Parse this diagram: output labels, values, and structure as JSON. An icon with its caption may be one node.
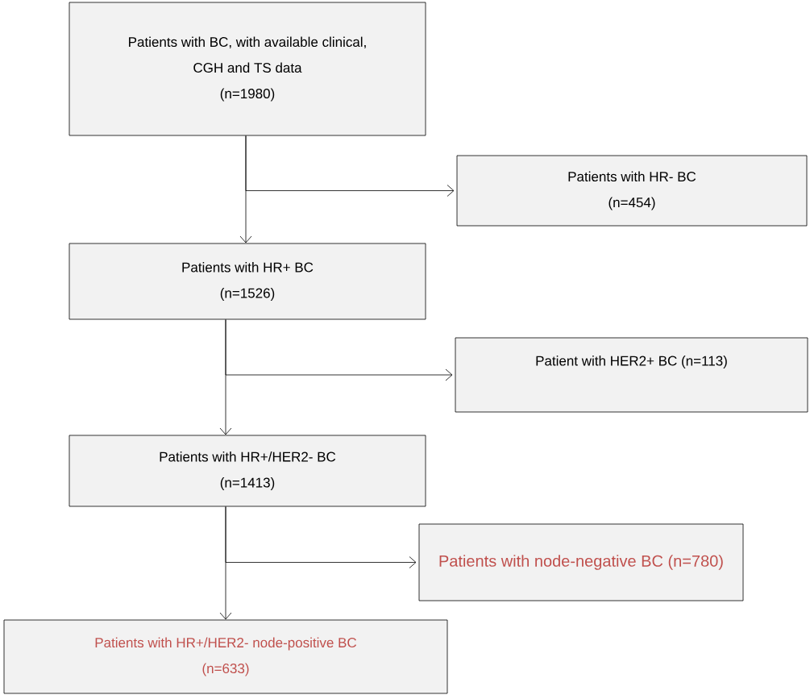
{
  "diagram": {
    "nodes": [
      {
        "text": [
          "Patients with BC, with available clinical, CGH and TS data",
          "(n=1980)"
        ]
      },
      {
        "text": [
          "Patients with HR- BC",
          "(n=454)"
        ]
      },
      {
        "text": [
          "Patients with HR+ BC",
          "(n=1526)"
        ]
      },
      {
        "text": [
          "Patient with HER2+ BC (n=113)"
        ]
      },
      {
        "text": [
          "Patients with HR+/HER2- BC",
          "(n=1413)"
        ]
      },
      {
        "text": [
          "Patients with node-negative BC (n=780)"
        ]
      },
      {
        "text": [
          "Patients with HR+/HER2- node-positive BC",
          "(n=633)"
        ]
      }
    ],
    "edges": [
      {
        "from": 0,
        "to": 2,
        "arrow": "to"
      },
      {
        "from": 0,
        "to": 1,
        "arrow": "to"
      },
      {
        "from": 2,
        "to": 4,
        "arrow": "to"
      },
      {
        "from": 2,
        "to": 3,
        "arrow": "to"
      },
      {
        "from": 4,
        "to": 6,
        "arrow": "to"
      },
      {
        "from": 4,
        "to": 5,
        "arrow": "to"
      }
    ]
  }
}
